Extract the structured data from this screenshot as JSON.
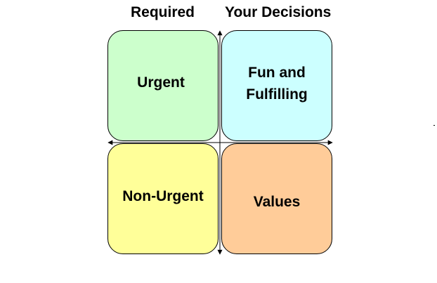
{
  "headers": {
    "left": "Required",
    "right": "Your Decisions"
  },
  "quadrants": {
    "top_left": {
      "label": "Urgent",
      "color": "#ccffcc"
    },
    "top_right": {
      "label": "Fun and\nFulfilling",
      "color": "#ccffff"
    },
    "bottom_left": {
      "label": "Non-Urgent",
      "color": "#ffff99"
    },
    "bottom_right": {
      "label": "Values",
      "color": "#ffcc99"
    }
  },
  "colors": {
    "outline": "#000000",
    "background": "#ffffff"
  }
}
